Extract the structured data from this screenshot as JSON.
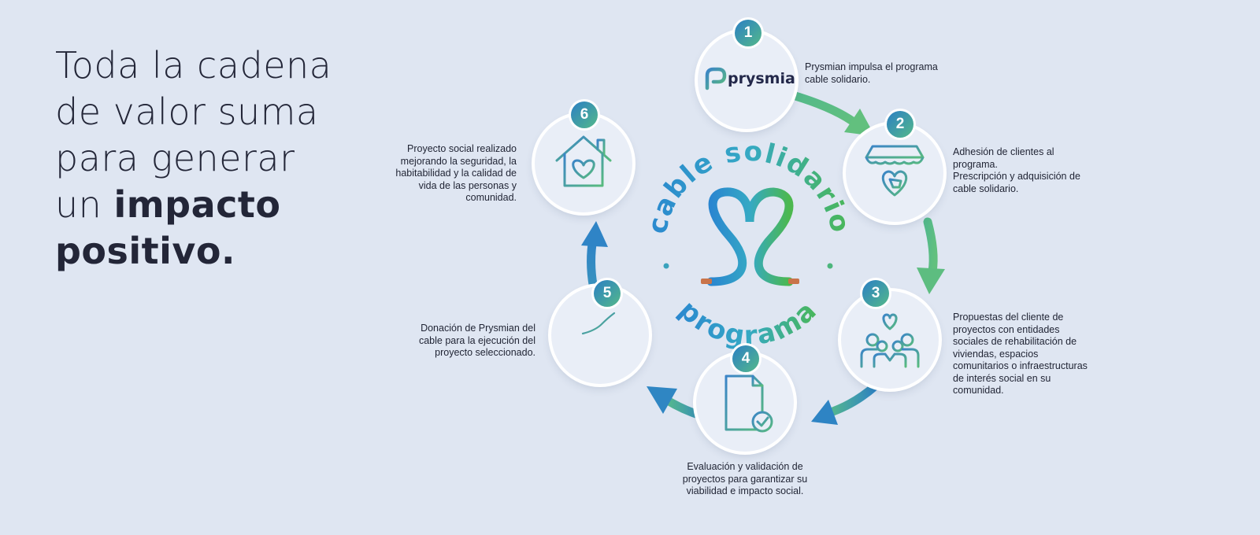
{
  "headline": {
    "line1": "Toda la cadena",
    "line2": "de valor suma",
    "line3": "para generar",
    "line4_prefix": "un ",
    "line4_bold": "impacto",
    "line5_bold": "positivo."
  },
  "center_logo": {
    "top_text": "cable solidario",
    "bottom_text": "programa"
  },
  "steps": [
    {
      "number": "1",
      "icon": "prysmian-logo-icon",
      "logo_text": "prysmian",
      "text": "Prysmian impulsa el programa\ncable solidario."
    },
    {
      "number": "2",
      "icon": "heart-shop-icon",
      "text": "Adhesión de clientes al\nprograma.\nPrescripción y adquisición de\ncable solidario."
    },
    {
      "number": "3",
      "icon": "community-heart-icon",
      "text": "Propuestas del cliente de\nproyectos con entidades\nsociales de rehabilitación de\nviviendas, espacios\ncomunitarios o infraestructuras\nde interés social en su\ncomunidad."
    },
    {
      "number": "4",
      "icon": "checklist-document-icon",
      "text": "Evaluación y validación de\nproyectos para garantizar su\nviabilidad e impacto social."
    },
    {
      "number": "5",
      "icon": "cable-coil-icon",
      "text": "Donación de Prysmian del\ncable para la ejecución del\nproyecto seleccionado."
    },
    {
      "number": "6",
      "icon": "heart-house-icon",
      "text": "Proyecto social realizado\nmejorando la seguridad, la\nhabitabilidad y la calidad de\nvida de las personas y\ncomunidad."
    }
  ],
  "colors": {
    "background": "#dfe6f2",
    "gradient_blue": "#2b7fc4",
    "gradient_green": "#54b98a"
  }
}
